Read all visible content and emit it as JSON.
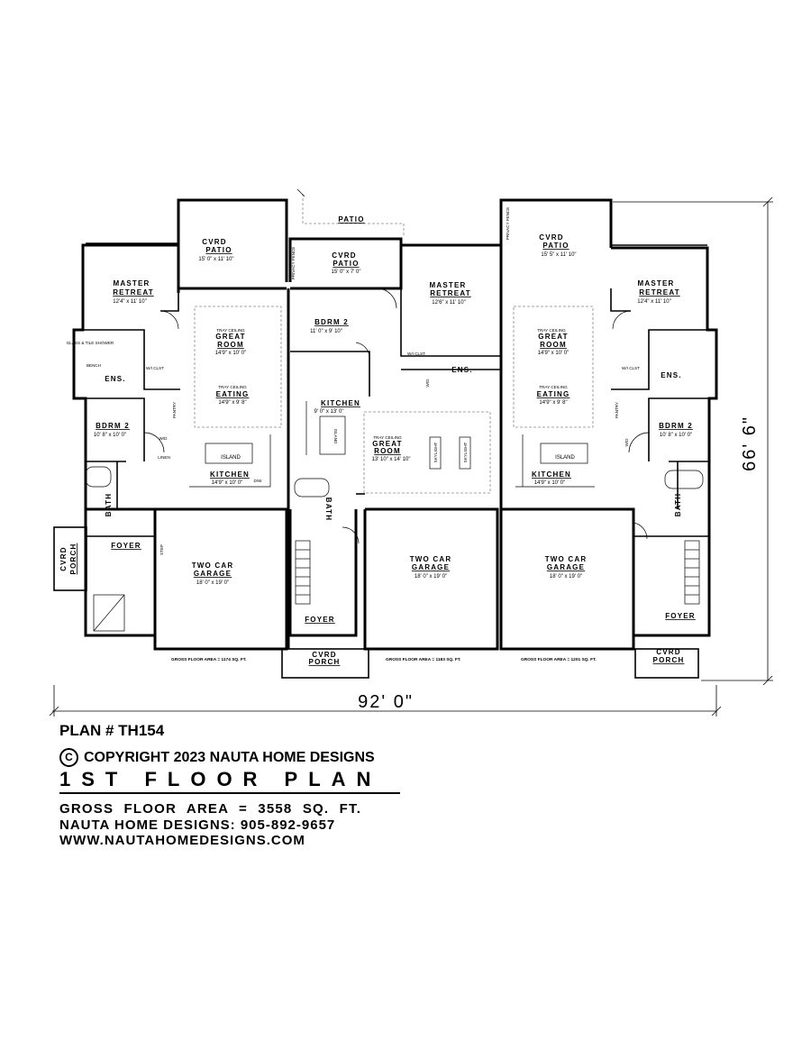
{
  "units": [
    {
      "master": {
        "name1": "MASTER",
        "name2": "RETREAT",
        "dim": "12'4\" x 11' 10\""
      },
      "patio": {
        "name1": "CVRD",
        "name2": "PATIO",
        "dim": "15' 0\" x 11' 10\""
      },
      "great": {
        "note": "TRAY CEILING",
        "name1": "GREAT",
        "name2": "ROOM",
        "dim": "14'9\" x 10' 0\""
      },
      "eating": {
        "note": "TRAY CEILING",
        "name": "EATING",
        "dim": "14'9\" x 9' 8\""
      },
      "bdrm": {
        "name": "BDRM 2",
        "dim": "10' 8\" x 10' 0\""
      },
      "kitchen": {
        "name": "KITCHEN",
        "dim": "14'9\" x 10' 0\"",
        "island": "ISLAND"
      },
      "garage": {
        "name1": "TWO CAR",
        "name2": "GARAGE",
        "dim": "18' 0\" x 19' 0\""
      },
      "foyer": "FOYER",
      "porch": {
        "name1": "CVRD",
        "name2": "PORCH"
      },
      "ens": "ENS.",
      "wi": "W/I CLST",
      "bath": "BATH",
      "pantry": "PANTRY",
      "wd": "W/D",
      "dw": "D/W",
      "shower": "GLASS & TILE SHOWER",
      "bench": "BENCH",
      "linen": "LINEN",
      "step": "STEP",
      "gfa": "GROSS FLOOR AREA = 1174 SQ. FT."
    },
    {
      "patio": {
        "name1": "CVRD",
        "name2": "PATIO",
        "dim": "15' 0\" x 7' 0\""
      },
      "open_patio": "PATIO",
      "fence": "PRIVACY FENCE",
      "bdrm": {
        "name": "BDRM 2",
        "dim": "11' 0\" x 9' 10\""
      },
      "master": {
        "name1": "MASTER",
        "name2": "RETREAT",
        "dim": "12'6\" x 11' 10\""
      },
      "kitchen": {
        "name": "KITCHEN",
        "dim": "9' 0\" x 13' 0\"",
        "island": "ISLAND"
      },
      "great": {
        "note": "TRAY CEILING",
        "name1": "GREAT",
        "name2": "ROOM",
        "dim": "13' 10\" x 14' 10\""
      },
      "skylight": "SKYLIGHT",
      "garage": {
        "name1": "TWO CAR",
        "name2": "GARAGE",
        "dim": "18' 0\" x 19' 0\""
      },
      "foyer": "FOYER",
      "porch": {
        "name1": "CVRD",
        "name2": "PORCH"
      },
      "ens": "ENS.",
      "wi": "W/I CLST",
      "bath": "BATH",
      "wd": "W/D",
      "gfa": "GROSS FLOOR AREA = 1183 SQ. FT."
    },
    {
      "patio": {
        "name1": "CVRD",
        "name2": "PATIO",
        "dim": "15' 5\" x 11' 10\""
      },
      "fence": "PRIVACY FENCE",
      "great": {
        "note": "TRAY CEILING",
        "name1": "GREAT",
        "name2": "ROOM",
        "dim": "14'9\" x 10' 0\""
      },
      "eating": {
        "note": "TRAY CEILING",
        "name": "EATING",
        "dim": "14'9\" x 9' 8\""
      },
      "kitchen": {
        "name": "KITCHEN",
        "dim": "14'9\" x 10' 0\"",
        "island": "ISLAND"
      },
      "garage": {
        "name1": "TWO CAR",
        "name2": "GARAGE",
        "dim": "18' 0\" x 19' 0\""
      },
      "gfa": "GROSS FLOOR AREA = 1201 SQ. FT."
    },
    {
      "master": {
        "name1": "MASTER",
        "name2": "RETREAT",
        "dim": "12'4\" x 11' 10\""
      },
      "bdrm": {
        "name": "BDRM 2",
        "dim": "10' 8\" x 10' 0\""
      },
      "foyer": "FOYER",
      "porch": {
        "name1": "CVRD",
        "name2": "PORCH"
      },
      "ens": "ENS.",
      "wi": "W/I CLST",
      "bath": "BATH",
      "pantry": "PANTRY",
      "wd": "W/D"
    }
  ],
  "dimensions": {
    "overall_width": "92' 0\"",
    "overall_depth": "66' 6\""
  },
  "info": {
    "plan_label": "PLAN # TH154",
    "copyright_symbol": "C",
    "copyright": "COPYRIGHT 2023 NAUTA HOME DESIGNS",
    "floor_title": "1ST FLOOR PLAN",
    "gross_area": "GROSS FLOOR AREA = 3558 SQ. FT.",
    "phone": "NAUTA HOME DESIGNS: 905-892-9657",
    "website": "WWW.NAUTAHOMEDESIGNS.COM"
  }
}
